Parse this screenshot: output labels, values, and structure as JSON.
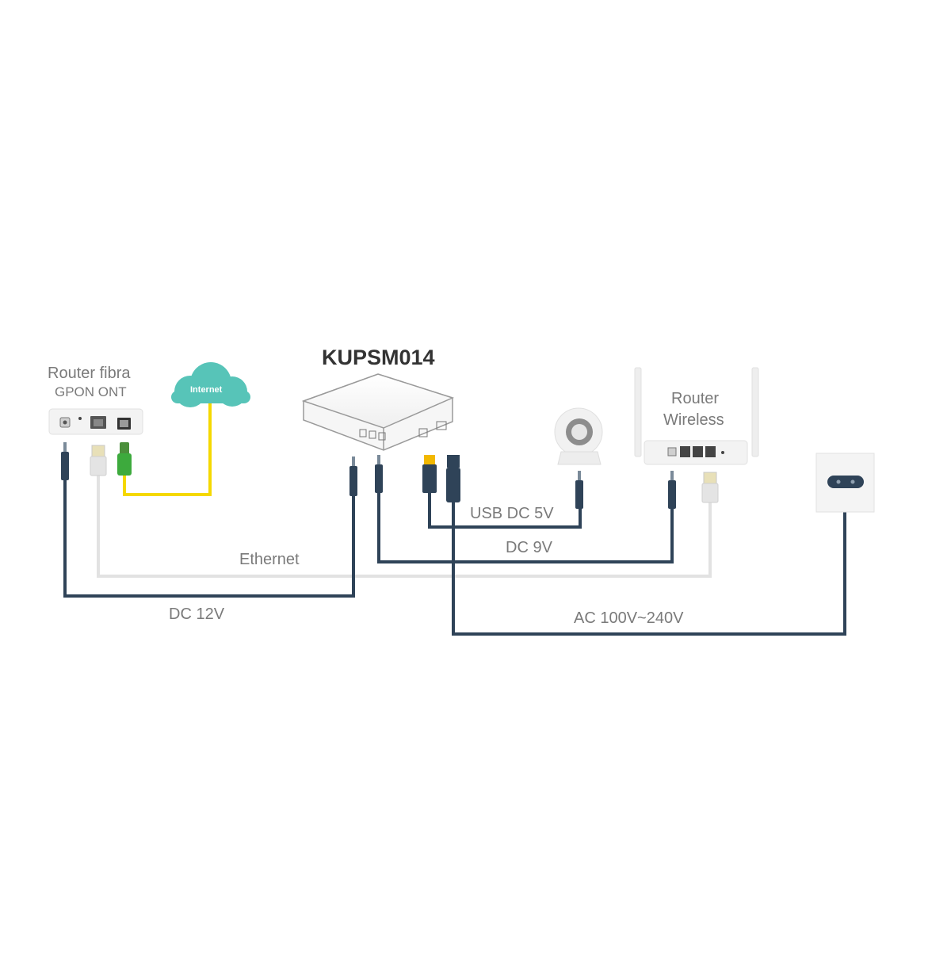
{
  "product": {
    "name": "KUPSM014"
  },
  "devices": {
    "ont": {
      "line1": "Router fibra",
      "line2": "GPON ONT"
    },
    "cloud": {
      "label": "Internet"
    },
    "router": {
      "line1": "Router",
      "line2": "Wireless"
    }
  },
  "cables": {
    "usb": "USB DC 5V",
    "dc9": "DC 9V",
    "ethernet": "Ethernet",
    "dc12": "DC 12V",
    "ac": "AC 100V~240V"
  },
  "colors": {
    "power_cable": "#2f4358",
    "ethernet_cable": "#e6e6e6",
    "fiber_cable": "#f5d800",
    "cloud": "#57c4b8",
    "usb_plug": "#f2b800",
    "fiber_plug": "#3daa3d",
    "device": "#f4f4f4"
  },
  "icons": [
    "cloud-icon",
    "dc-plug-icon",
    "rj45-plug-icon",
    "usb-plug-icon",
    "fiber-plug-icon",
    "ac-plug-icon",
    "camera-icon",
    "wall-socket-icon"
  ]
}
